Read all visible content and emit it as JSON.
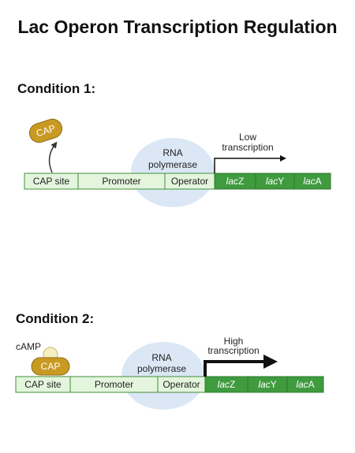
{
  "title": "Lac Operon Transcription Regulation",
  "colors": {
    "region_fill": "#e4f5dd",
    "region_stroke": "#3f8f3a",
    "gene_fill": "#3f9b3e",
    "polymerase_fill": "#dbe7f5",
    "cap_fill": "#c99a22",
    "camp_fill": "#f5efc4"
  },
  "condition1": {
    "label": "Condition 1:",
    "cap_label": "CAP",
    "polymerase_line1": "RNA",
    "polymerase_line2": "polymerase",
    "transcription_line1": "Low",
    "transcription_line2": "transcription",
    "regions": {
      "cap_site": "CAP site",
      "promoter": "Promoter",
      "operator": "Operator"
    },
    "genes": {
      "lacz_prefix": "lac",
      "lacz_suffix": "Z",
      "lacy_prefix": "lac",
      "lacy_suffix": "Y",
      "laca_prefix": "lac",
      "laca_suffix": "A"
    }
  },
  "condition2": {
    "label": "Condition 2:",
    "camp_label": "cAMP",
    "cap_label": "CAP",
    "polymerase_line1": "RNA",
    "polymerase_line2": "polymerase",
    "transcription_line1": "High",
    "transcription_line2": "transcription",
    "regions": {
      "cap_site": "CAP site",
      "promoter": "Promoter",
      "operator": "Operator"
    },
    "genes": {
      "lacz_prefix": "lac",
      "lacz_suffix": "Z",
      "lacy_prefix": "lac",
      "lacy_suffix": "Y",
      "laca_prefix": "lac",
      "laca_suffix": "A"
    }
  }
}
